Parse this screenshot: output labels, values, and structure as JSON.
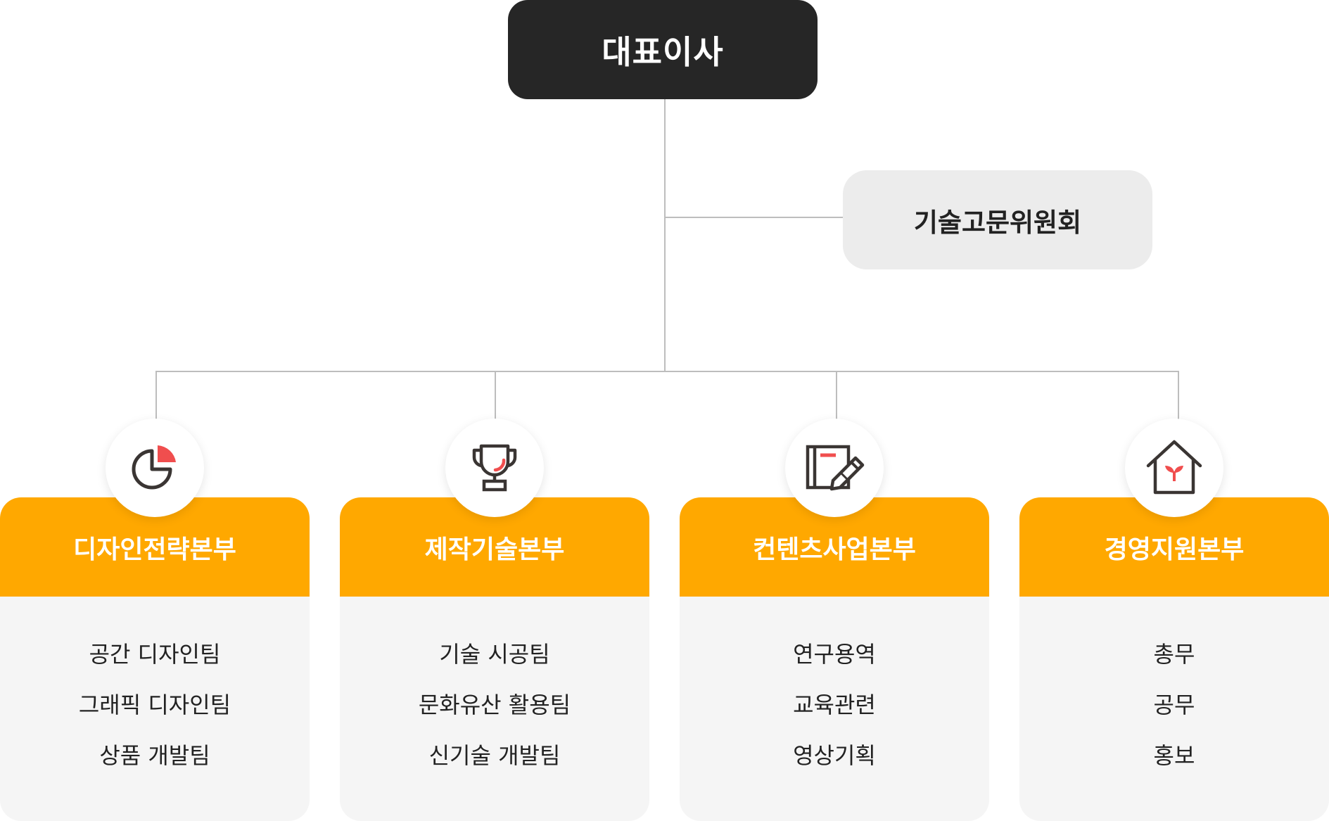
{
  "ceo": {
    "label": "대표이사"
  },
  "committee": {
    "label": "기술고문위원회"
  },
  "departments": [
    {
      "name": "디자인전략본부",
      "icon": "pie-chart-icon",
      "teams": [
        "공간 디자인팀",
        "그래픽 디자인팀",
        "상품 개발팀"
      ]
    },
    {
      "name": "제작기술본부",
      "icon": "trophy-icon",
      "teams": [
        "기술 시공팀",
        "문화유산 활용팀",
        "신기술 개발팀"
      ]
    },
    {
      "name": "컨텐츠사업본부",
      "icon": "notebook-pencil-icon",
      "teams": [
        "연구용역",
        "교육관련",
        "영상기획"
      ]
    },
    {
      "name": "경영지원본부",
      "icon": "house-sprout-icon",
      "teams": [
        "총무",
        "공무",
        "홍보"
      ]
    }
  ],
  "colors": {
    "accent": "#ffa800",
    "dark": "#262626",
    "icon_stroke": "#3a3533",
    "icon_red": "#f04e4e",
    "line": "#bdbdbd"
  }
}
